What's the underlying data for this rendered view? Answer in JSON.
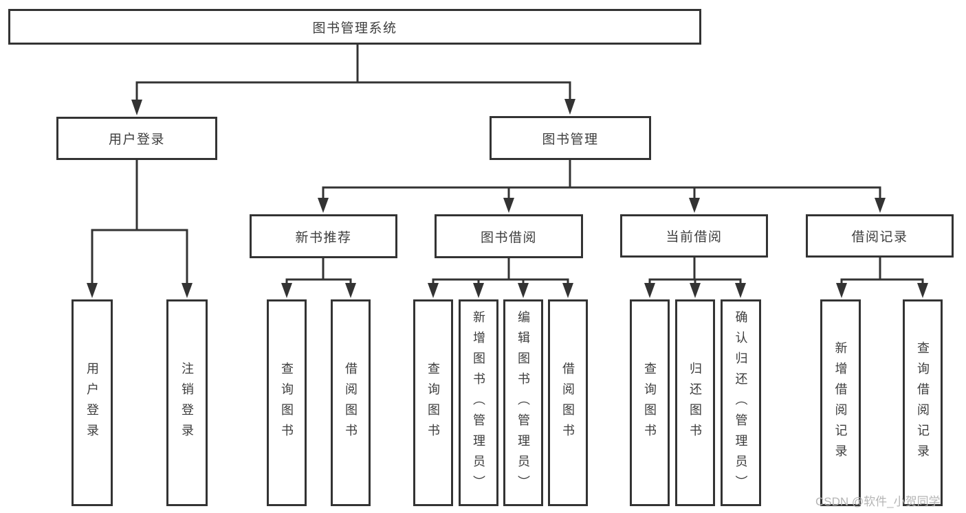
{
  "tree": {
    "root": {
      "label": "图书管理系统"
    },
    "branches": [
      {
        "label": "用户登录",
        "leaves": [
          {
            "label": "用户登录"
          },
          {
            "label": "注销登录"
          }
        ]
      },
      {
        "label": "图书管理",
        "children": [
          {
            "label": "新书推荐",
            "leaves": [
              {
                "label": "查询图书"
              },
              {
                "label": "借阅图书"
              }
            ]
          },
          {
            "label": "图书借阅",
            "leaves": [
              {
                "label": "查询图书"
              },
              {
                "label": "新增图书（管理员）"
              },
              {
                "label": "编辑图书（管理员）"
              },
              {
                "label": "借阅图书"
              }
            ]
          },
          {
            "label": "当前借阅",
            "leaves": [
              {
                "label": "查询图书"
              },
              {
                "label": "归还图书"
              },
              {
                "label": "确认归还（管理员）"
              }
            ]
          },
          {
            "label": "借阅记录",
            "leaves": [
              {
                "label": "新增借阅记录"
              },
              {
                "label": "查询借阅记录"
              }
            ]
          }
        ]
      }
    ]
  },
  "watermark": {
    "text": "CSDN @软件_小贺同学"
  },
  "colors": {
    "line": "#333333",
    "text": "#3d3d3d",
    "watermark": "#b5b5b5",
    "background": "#ffffff"
  }
}
